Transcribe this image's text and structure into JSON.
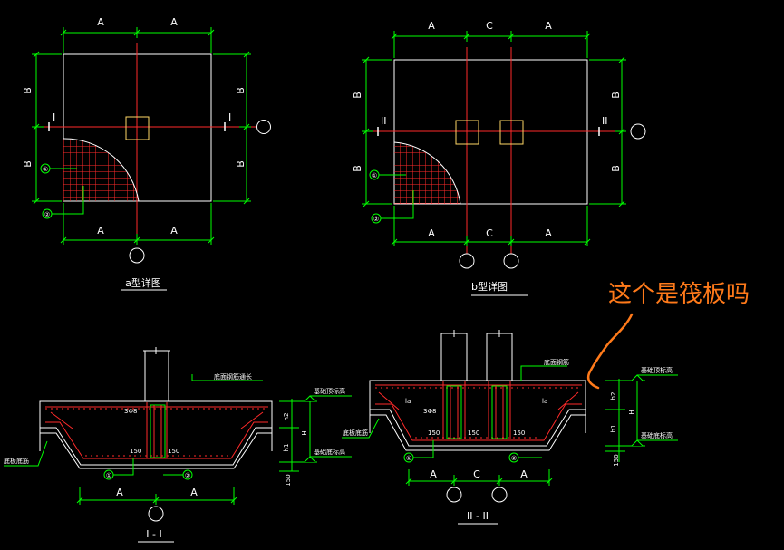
{
  "colors": {
    "background": "#000000",
    "outline": "#ffffff",
    "dimension": "#00ff00",
    "axis": "#ff2a2a",
    "column": "#ffd966",
    "annotation": "#ff7a1a"
  },
  "plan_a": {
    "dim_top": [
      "A",
      "A"
    ],
    "dim_bottom": [
      "A",
      "A"
    ],
    "dim_left": [
      "B",
      "B"
    ],
    "dim_right": [
      "B",
      "B"
    ],
    "section_left": "I",
    "section_right": "I",
    "rebar_1": "①",
    "rebar_2": "②",
    "title": "a型详图"
  },
  "plan_b": {
    "dim_top": [
      "A",
      "C",
      "A"
    ],
    "dim_bottom": [
      "A",
      "C",
      "A"
    ],
    "dim_left": [
      "B",
      "B"
    ],
    "dim_right": [
      "B",
      "B"
    ],
    "section_left": "II",
    "section_right": "II",
    "rebar_1": "①",
    "rebar_2": "②",
    "title": "b型详图"
  },
  "section_1": {
    "title": "I - I",
    "top_label": "底面钢筋通长",
    "label_3phi8": "3Φ8",
    "label_150_left": "150",
    "label_150_right": "150",
    "left_label": "底板底筋",
    "rebar_1": "①",
    "rebar_2": "②",
    "dim_bottom": [
      "A",
      "A"
    ],
    "elev_top": "基础顶标高",
    "elev_bottom": "基础底标高",
    "dim_h2": "h2",
    "dim_h1": "h1",
    "dim_H": "H",
    "dim_150": "150"
  },
  "section_2": {
    "title": "II - II",
    "top_label": "底面钢筋",
    "label_la_left": "la",
    "label_la_right": "la",
    "label_3phi8": "3Φ8",
    "label_150_a": "150",
    "label_150_b": "150",
    "label_150_c": "150",
    "left_label": "底板底筋",
    "rebar_1": "①",
    "rebar_2": "②",
    "dim_bottom": [
      "A",
      "C",
      "A"
    ],
    "elev_top": "基础顶标高",
    "elev_bottom": "基础底标高",
    "dim_h2": "h2",
    "dim_h1": "h1",
    "dim_H": "H",
    "dim_150": "150"
  },
  "annotation": {
    "question": "这个是筏板吗"
  }
}
